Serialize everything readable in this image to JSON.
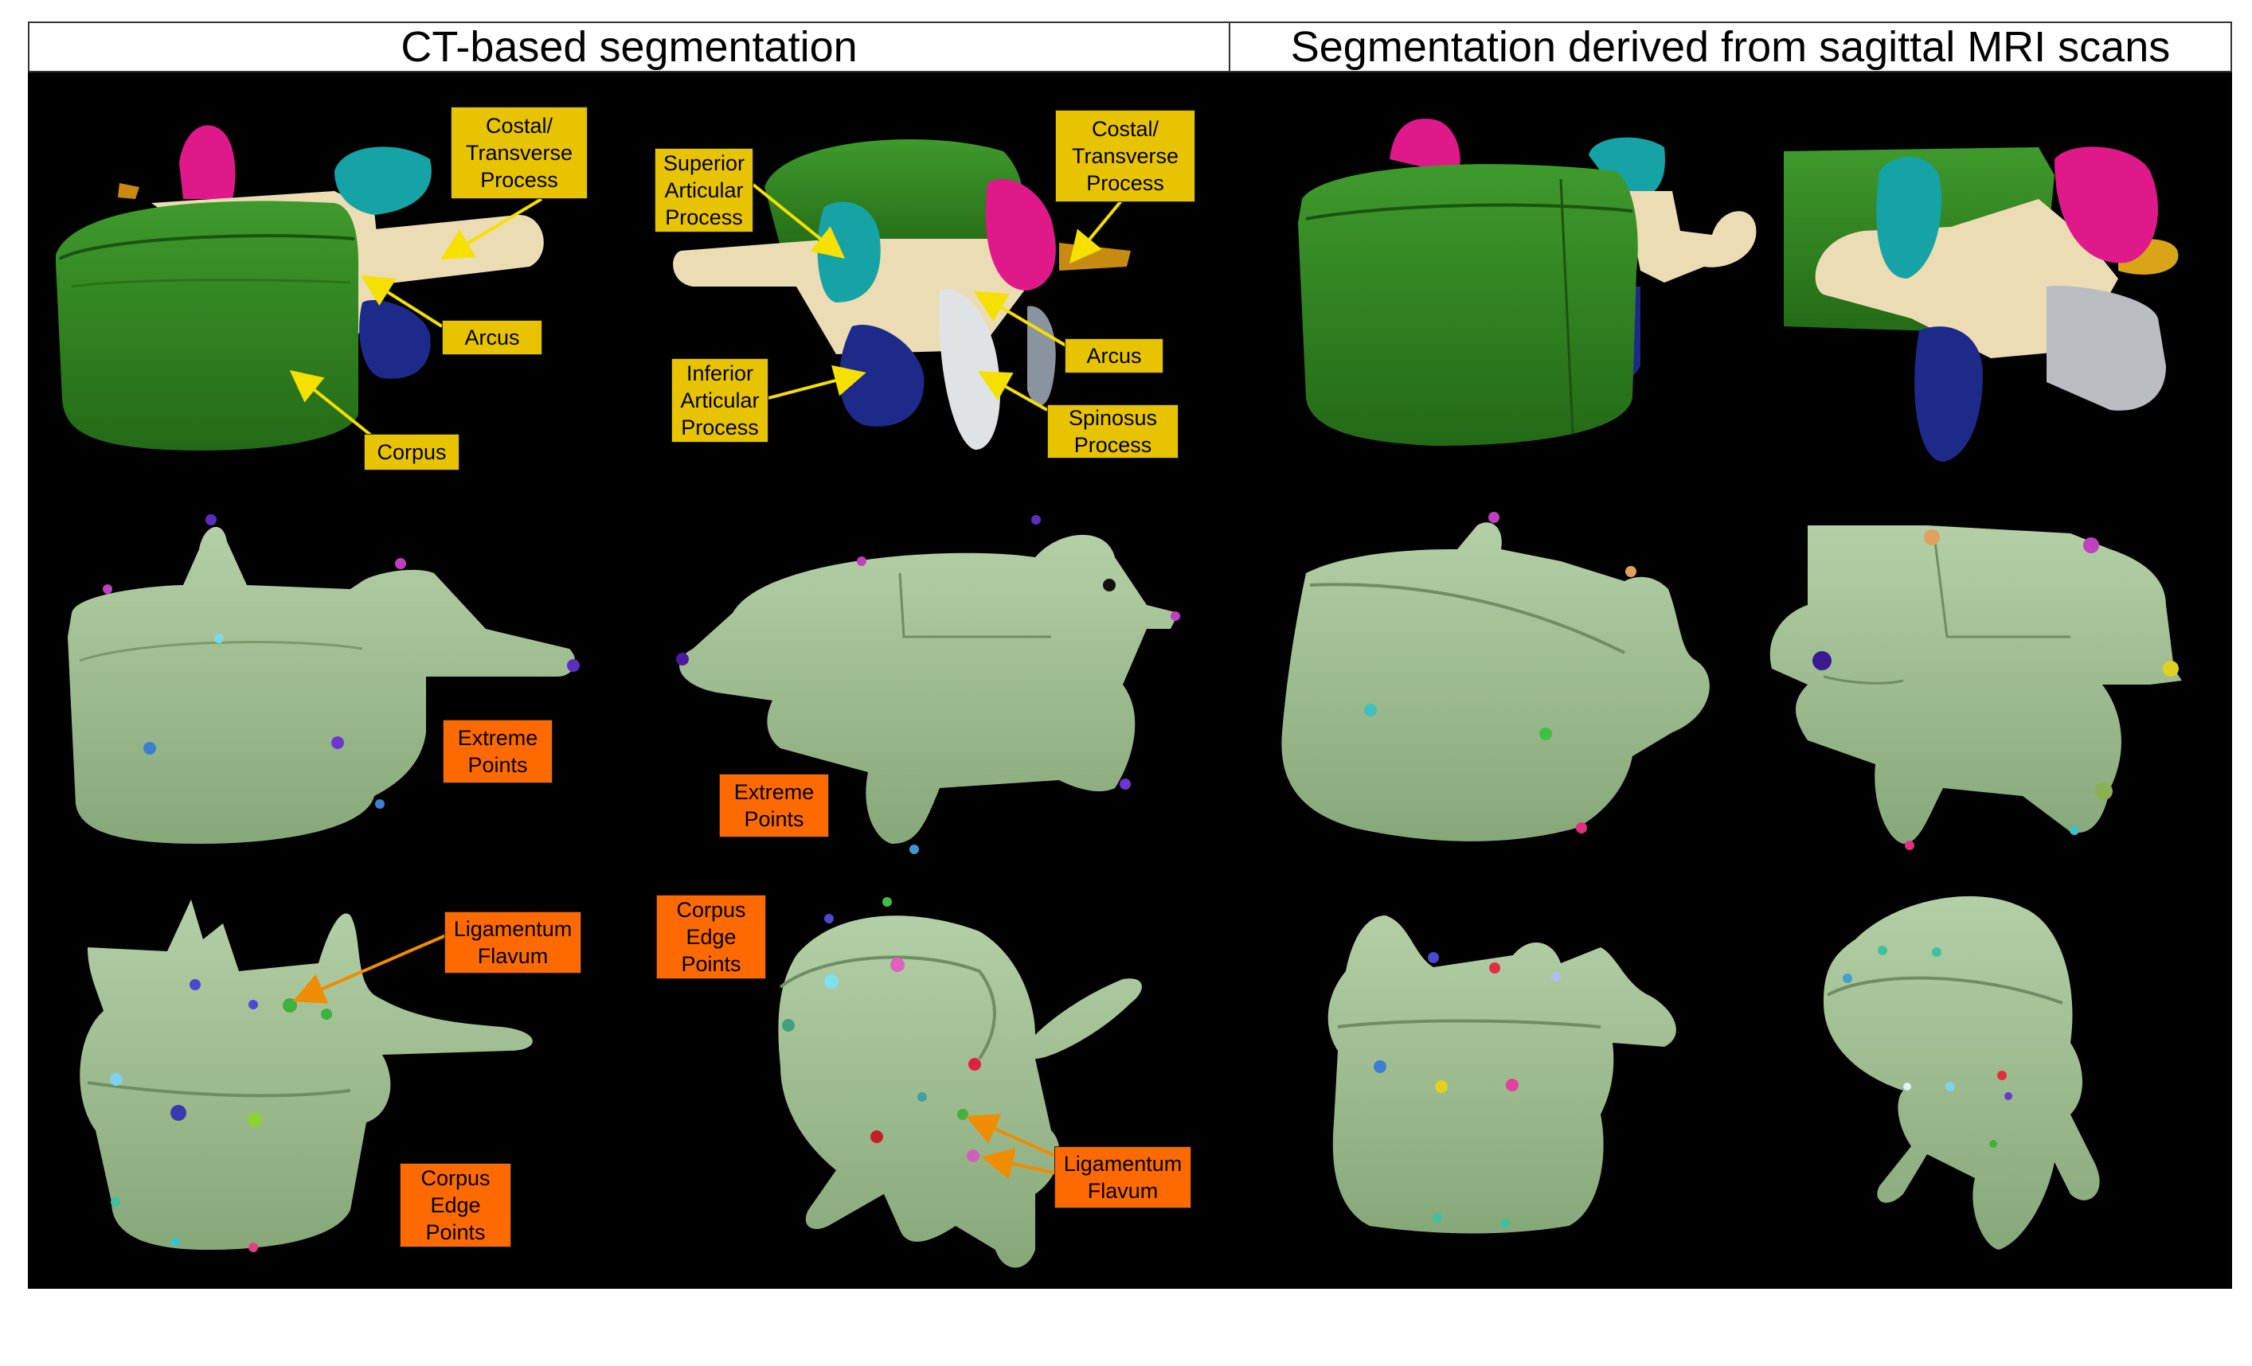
{
  "headers": {
    "ct": "CT-based segmentation",
    "mri": "Segmentation derived from sagittal MRI scans"
  },
  "labels": {
    "costal_1": "Costal/\nTransverse\nProcess",
    "arcus_1": "Arcus",
    "corpus_1": "Corpus",
    "superior": "Superior\nArticular\nProcess",
    "costal_2": "Costal/\nTransverse\nProcess",
    "arcus_2": "Arcus",
    "inferior": "Inferior\nArticular\nProcess",
    "spinosus": "Spinosus\nProcess",
    "extreme_1": "Extreme\nPoints",
    "extreme_2": "Extreme\nPoints",
    "ligamentum_1": "Ligamentum\nFlavum",
    "corpus_edge_1": "Corpus\nEdge\nPoints",
    "corpus_edge_2": "Corpus\nEdge\nPoints",
    "ligamentum_2": "Ligamentum\nFlavum"
  },
  "colors": {
    "corpus": "#2e7d1e",
    "arcus": "#ecdcb4",
    "superior_articular": "#16a3a6",
    "costal_left": "#e0198a",
    "inferior_articular": "#1e2a8a",
    "spinosus": "#b9bcc0",
    "bone_mesh": "#9ab88e",
    "label_yellow": "#e8c400",
    "label_orange": "#ff6a00",
    "arrow_yellow": "#f5e000",
    "arrow_orange": "#f08c00"
  }
}
